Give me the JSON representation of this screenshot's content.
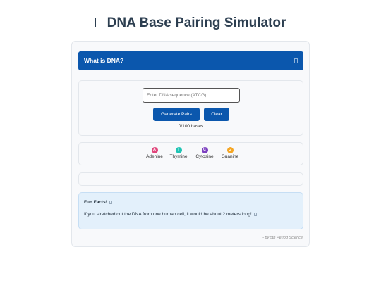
{
  "page": {
    "title": "DNA Base Pairing Simulator",
    "title_icon": "dna-icon"
  },
  "info_banner": {
    "label": "What is DNA?",
    "toggle_icon": "chevron-icon"
  },
  "sequence": {
    "placeholder": "Enter DNA sequence (ATCG)",
    "value": "",
    "generate_label": "Generate Pairs",
    "clear_label": "Clear",
    "count_text": "0/100 bases"
  },
  "legend": [
    {
      "letter": "A",
      "name": "Adenine",
      "color": "#e0457b"
    },
    {
      "letter": "T",
      "name": "Thymine",
      "color": "#1fc4b4"
    },
    {
      "letter": "C",
      "name": "Cytosine",
      "color": "#7b3fbf"
    },
    {
      "letter": "G",
      "name": "Guanine",
      "color": "#f5a623"
    }
  ],
  "output": {
    "pairs": []
  },
  "fun_facts": {
    "heading": "Fun Facts!",
    "fact": "If you stretched out the DNA from one human cell, it would be about 2 meters long!"
  },
  "credit": "- by 5th Period Science",
  "colors": {
    "accent": "#0b57ad",
    "facts_background": "#e3f0fb",
    "card_background": "#f8f9fb"
  }
}
